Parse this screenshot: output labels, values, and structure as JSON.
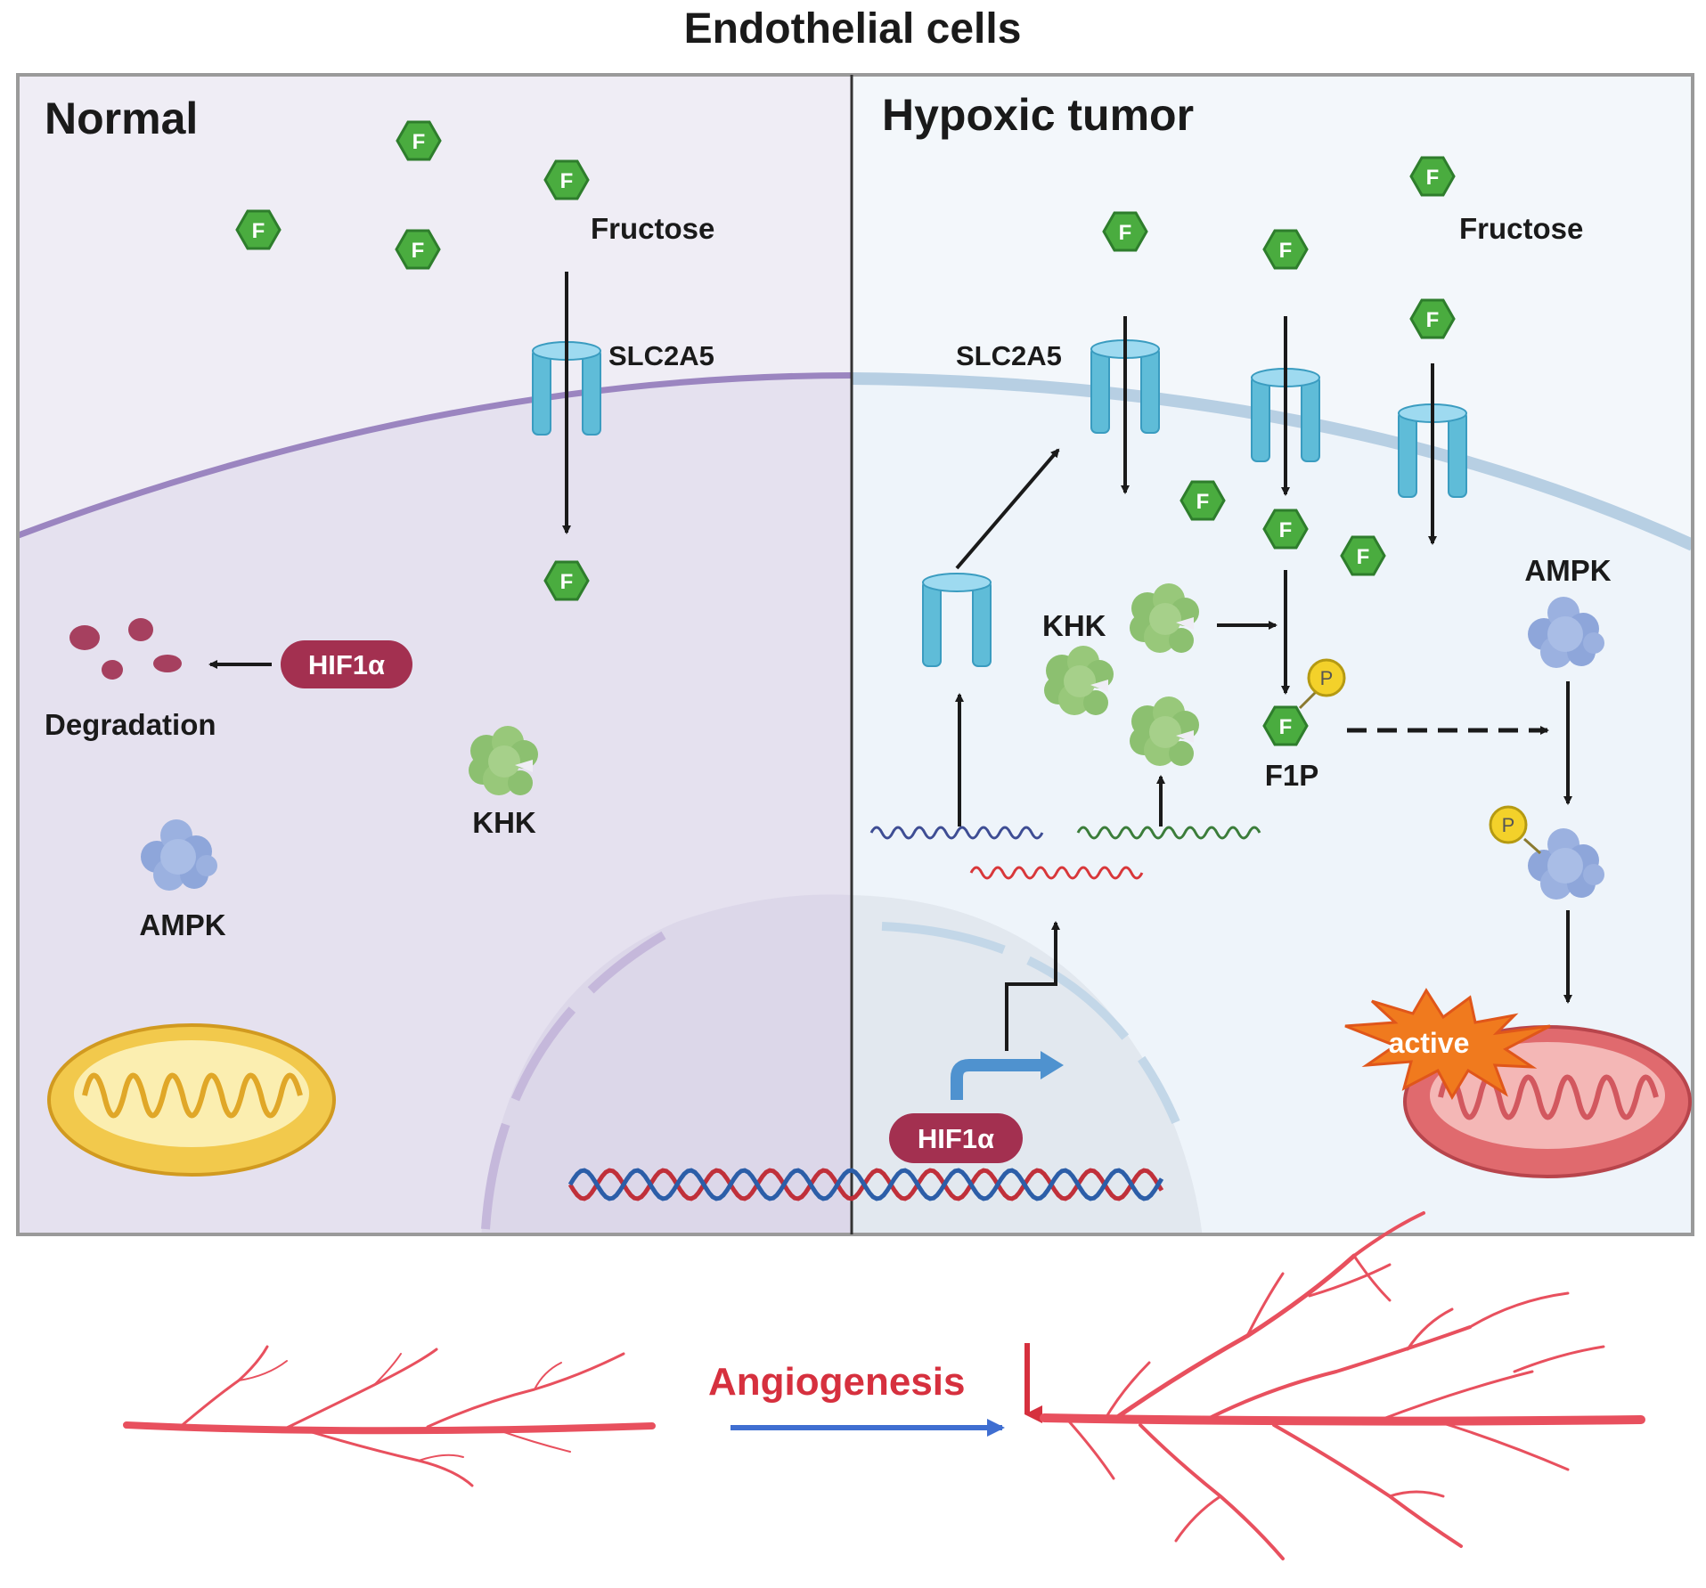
{
  "figure": {
    "title": "Endothelial cells",
    "outcome": "Angiogenesis"
  },
  "normal": {
    "heading": "Normal",
    "fructose": "Fructose",
    "transporter": "SLC2A5",
    "fructose_symbol": "F",
    "hif": "HIF1α",
    "degradation": "Degradation",
    "khk": "KHK",
    "ampk": "AMPK"
  },
  "hypoxic": {
    "heading": "Hypoxic tumor",
    "fructose": "Fructose",
    "transporter": "SLC2A5",
    "fructose_symbol": "F",
    "phosphate_symbol": "P",
    "khk": "KHK",
    "f1p": "F1P",
    "ampk": "AMPK",
    "active": "active",
    "hif": "HIF1α"
  },
  "colors": {
    "normal_bg": "#efedf5",
    "hypoxic_bg": "#f3f7fb",
    "normal_membrane": "#9b85c0",
    "hypoxic_membrane": "#b7cfe3",
    "fructose_green": "#3fa33c",
    "channel_blue": "#5fbcd8",
    "hif_red": "#a33050",
    "khk_green": "#8cc070",
    "ampk_blue": "#8ea6da",
    "vessel_red": "#e8505e",
    "angiogenesis_red": "#d6303e",
    "arrow_blue": "#3f6ed1",
    "burst_orange": "#f07a1e"
  }
}
